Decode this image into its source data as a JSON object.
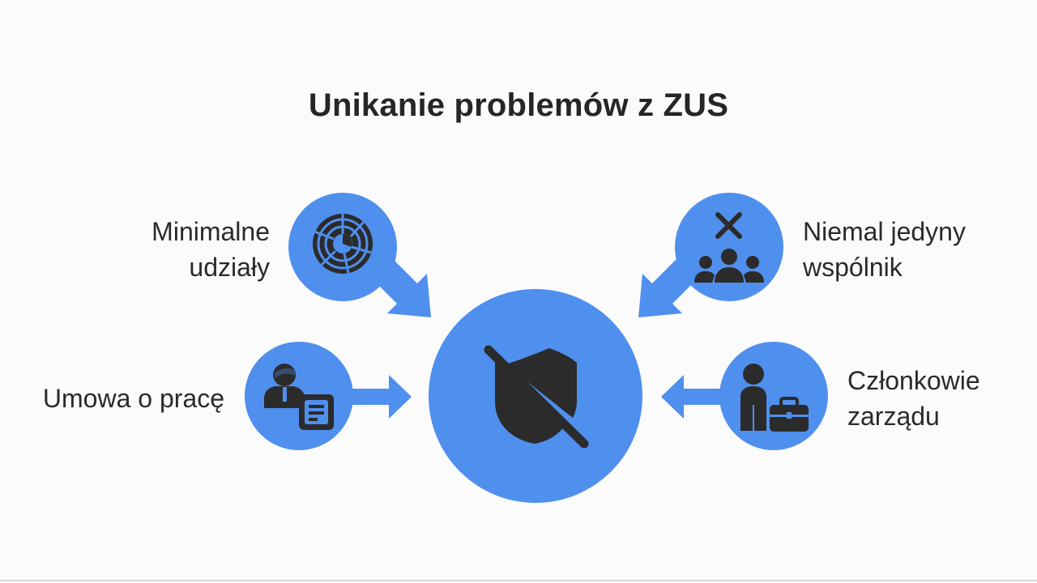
{
  "title": "Unikanie problemów z ZUS",
  "center": {
    "icon": "shield-off-icon"
  },
  "items": [
    {
      "id": "minimal-shares",
      "lines": [
        "Minimalne",
        "udziały"
      ],
      "icon": "pie-chart-icon"
    },
    {
      "id": "employment-contract",
      "lines": [
        "Umowa o pracę"
      ],
      "icon": "employee-contract-icon"
    },
    {
      "id": "almost-sole-partner",
      "lines": [
        "Niemal jedyny",
        "wspólnik"
      ],
      "icon": "remove-group-icon"
    },
    {
      "id": "board-members",
      "lines": [
        "Członkowie",
        "zarządu"
      ],
      "icon": "businessman-briefcase-icon"
    }
  ],
  "colors": {
    "circle_fill": "#4f8fee",
    "icon_fill": "#2b2b2b",
    "text": "#2a2a2a",
    "background": "#fbfbfb"
  }
}
